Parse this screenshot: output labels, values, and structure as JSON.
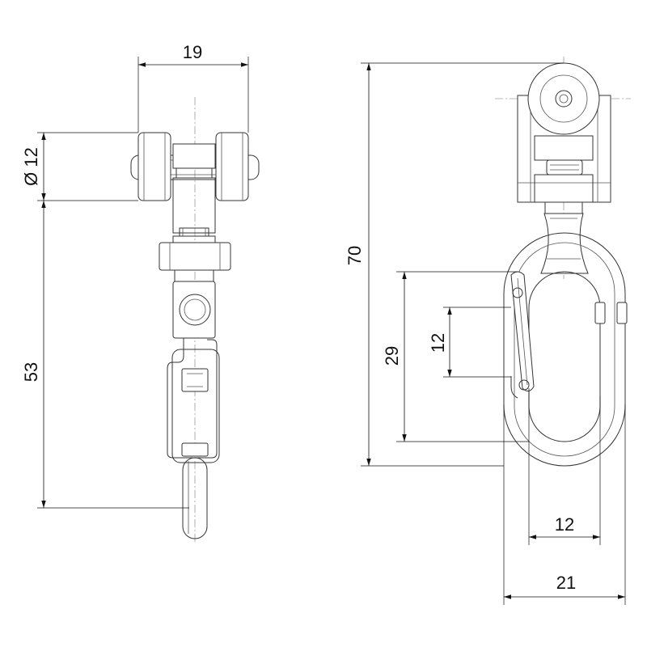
{
  "dimensions": {
    "roller_width": "19",
    "roller_diameter": "Ø 12",
    "side_length": "53",
    "overall_height": "70",
    "ring_inner_height": "29",
    "gate_opening": "12",
    "ring_inner_width": "12",
    "ring_outer_width": "21"
  },
  "colors": {
    "line": "#333333",
    "dimension_line": "#111111",
    "background": "#ffffff"
  }
}
